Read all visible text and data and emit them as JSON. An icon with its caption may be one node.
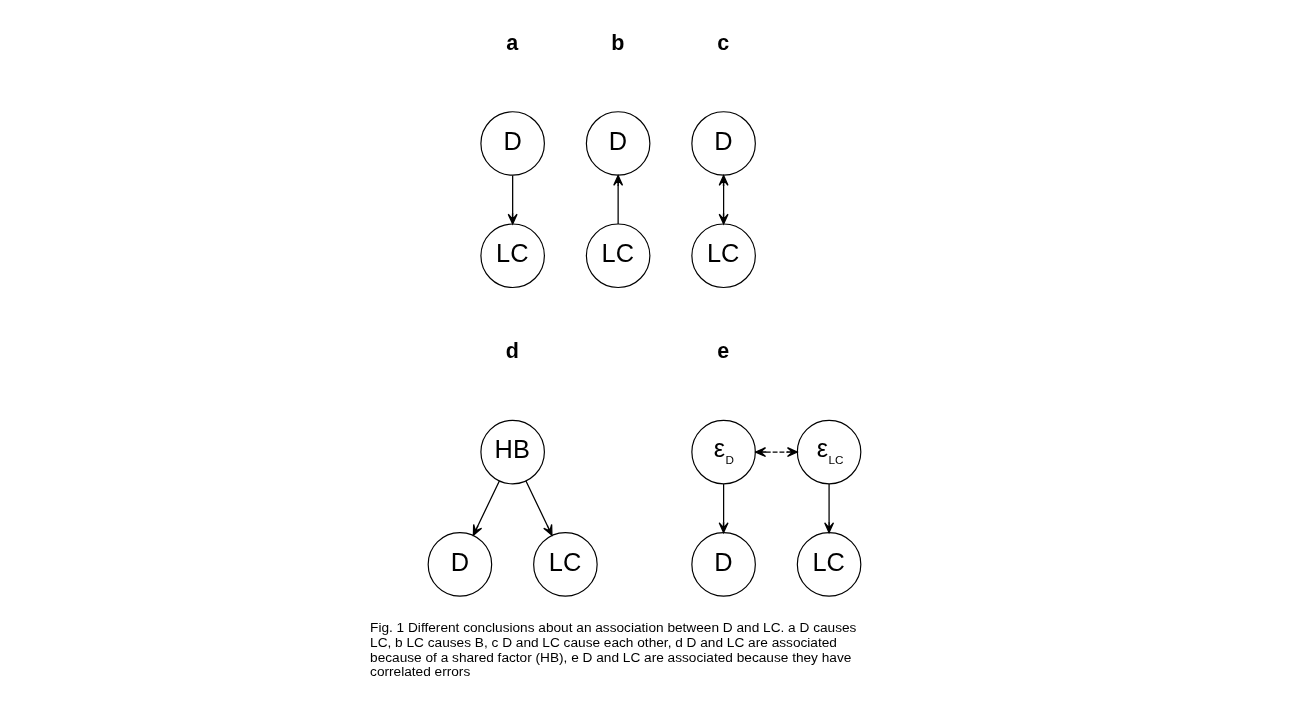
{
  "diagram": {
    "caption": "Fig. 1 Different conclusions about an association between D and LC. a D causes LC, b LC causes B, c D and LC cause each other, d D and LC are associated because of a shared factor (HB), e D and LC are associated because they have correlated errors",
    "nodes": [
      {
        "text": [
          "D"
        ]
      },
      {
        "text": [
          "LC"
        ]
      },
      {
        "text": [
          "D"
        ]
      },
      {
        "text": [
          "LC"
        ]
      },
      {
        "text": [
          "D"
        ]
      },
      {
        "text": [
          "LC"
        ]
      },
      {
        "text": [
          "HB"
        ]
      },
      {
        "text": [
          "D"
        ]
      },
      {
        "text": [
          "LC"
        ]
      },
      {
        "text": [
          "ε$_{D}$"
        ]
      },
      {
        "text": [
          "ε$_{LC}$"
        ]
      },
      {
        "text": [
          "D"
        ]
      },
      {
        "text": [
          "LC"
        ]
      }
    ],
    "edges": [
      {
        "from": 0,
        "to": 1,
        "arrow": "to"
      },
      {
        "from": 3,
        "to": 2,
        "arrow": "to"
      },
      {
        "from": 4,
        "to": 5,
        "arrow": "both"
      },
      {
        "from": 6,
        "to": 7,
        "arrow": "to"
      },
      {
        "from": 6,
        "to": 8,
        "arrow": "to"
      },
      {
        "from": 9,
        "to": 10,
        "arrow": "both",
        "style": "dashed"
      },
      {
        "from": 9,
        "to": 11,
        "arrow": "to"
      },
      {
        "from": 10,
        "to": 12,
        "arrow": "to"
      }
    ],
    "labels": [
      "a",
      "b",
      "c",
      "d",
      "e"
    ]
  }
}
